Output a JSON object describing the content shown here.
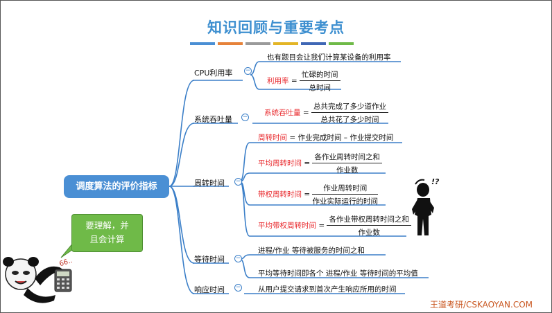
{
  "title": "知识回顾与重要考点",
  "stripe_colors": [
    "#4a8fd4",
    "#e6823a",
    "#9a9a9a",
    "#e3b526",
    "#3f67b5",
    "#6fba48"
  ],
  "root": "调度算法的评价指标",
  "bubble": {
    "line1": "要理解，并",
    "line2": "且会计算"
  },
  "cpu": {
    "label": "CPU利用率",
    "note": "也有题目会让我们计算某设备的利用率",
    "formula_name": "利用率",
    "eq": "=",
    "numerator": "忙碌的时间",
    "denominator": "总时间"
  },
  "throughput": {
    "label": "系统吞吐量",
    "formula_name": "系统吞吐量",
    "eq": "=",
    "numerator": "总共完成了多少道作业",
    "denominator": "总共花了多少时间"
  },
  "turnaround": {
    "label": "周转时间",
    "items": [
      {
        "name": "周转时间",
        "rest": " = 作业完成时间 – 作业提交时间"
      },
      {
        "name": "平均周转时间",
        "eq": " = ",
        "numerator": "各作业周转时间之和",
        "denominator": "作业数"
      },
      {
        "name": "带权周转时间",
        "eq": " = ",
        "numerator": "作业周转时间",
        "denominator": "作业实际运行的时间"
      },
      {
        "name": "平均带权周转时间",
        "eq": " = ",
        "numerator": "各作业带权周转时间之和",
        "denominator": "作业数"
      }
    ]
  },
  "waiting": {
    "label": "等待时间",
    "items": [
      "进程/作业 等待被服务的时间之和",
      "平均等待时间即各个 进程/作业 等待时间的平均值"
    ]
  },
  "response": {
    "label": "响应时间",
    "item": "从用户提交请求到首次产生响应所用的时间"
  },
  "icons": [
    "collapse-icon",
    "confused-stickman-icon",
    "panda-meme-icon",
    "calculator-icon"
  ],
  "meme_text": {
    "puzzled": "!?",
    "digits": "66.."
  },
  "footer": "王道考研/CSKAOYAN.COM",
  "accent_color": "#3d8fd0",
  "line_color": "#3b7fc8"
}
